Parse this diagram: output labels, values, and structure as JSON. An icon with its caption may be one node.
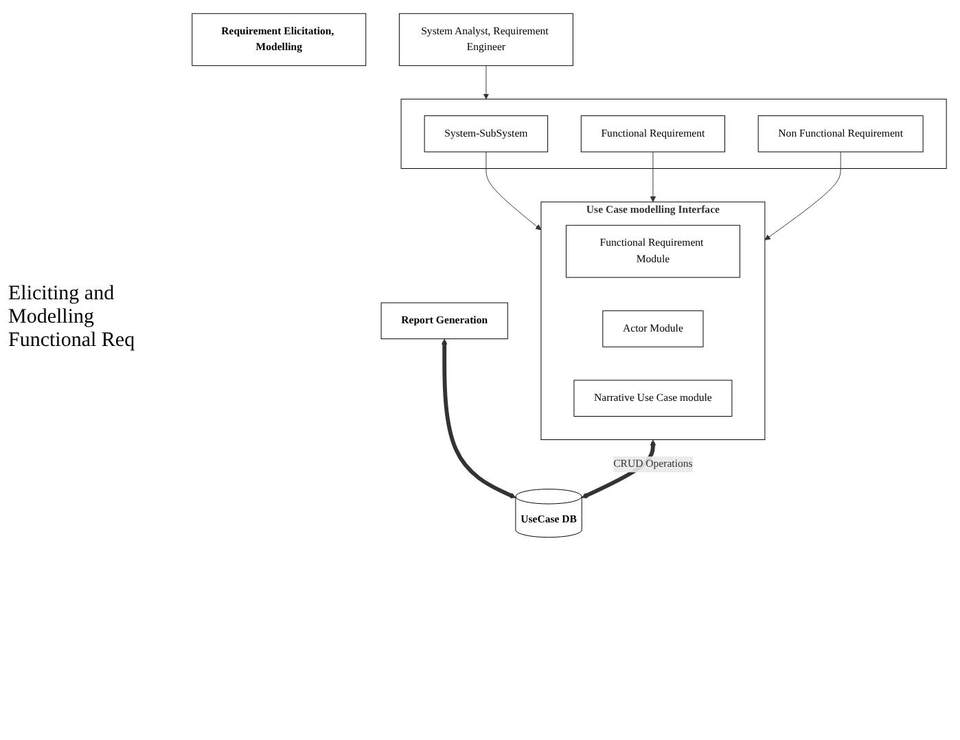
{
  "diagram": {
    "nodes": [
      {
        "text": [
          "Requirement Elicitation, Modelling"
        ]
      },
      {
        "text": [
          "System Analyst, Requirement Engineer"
        ]
      },
      {
        "text": [],
        "shape": "box"
      },
      {
        "text": [
          "System-SubSystem"
        ],
        "in": 2
      },
      {
        "text": [
          "Functional Requirement"
        ],
        "in": 2
      },
      {
        "text": [
          "Non Functional Requirement"
        ],
        "in": 2
      },
      {
        "text": [
          "Use Case modelling Interface"
        ]
      },
      {
        "text": [
          "Functional Requirement Module"
        ],
        "in": 6
      },
      {
        "text": [
          "Actor Module"
        ],
        "in": 6
      },
      {
        "text": [
          "Narrative Use Case module"
        ],
        "in": 6
      },
      {
        "text": [
          "UseCase DB"
        ]
      },
      {
        "text": [
          "Report Generation"
        ]
      }
    ],
    "edges": [
      {
        "from": 1,
        "to": 2,
        "arrow": "to"
      },
      {
        "from": 3,
        "to": 6,
        "arrow": "to"
      },
      {
        "from": 4,
        "to": 6,
        "arrow": "to"
      },
      {
        "from": 5,
        "to": 6,
        "arrow": "to"
      },
      {
        "from": 6,
        "to": 10,
        "arrow": "both",
        "label": "CRUD Operations",
        "style": "thick"
      },
      {
        "from": 11,
        "to": 10,
        "arrow": "both",
        "style": "thick"
      }
    ],
    "labels": [
      "Eliciting and Modelling Functional Req"
    ]
  }
}
